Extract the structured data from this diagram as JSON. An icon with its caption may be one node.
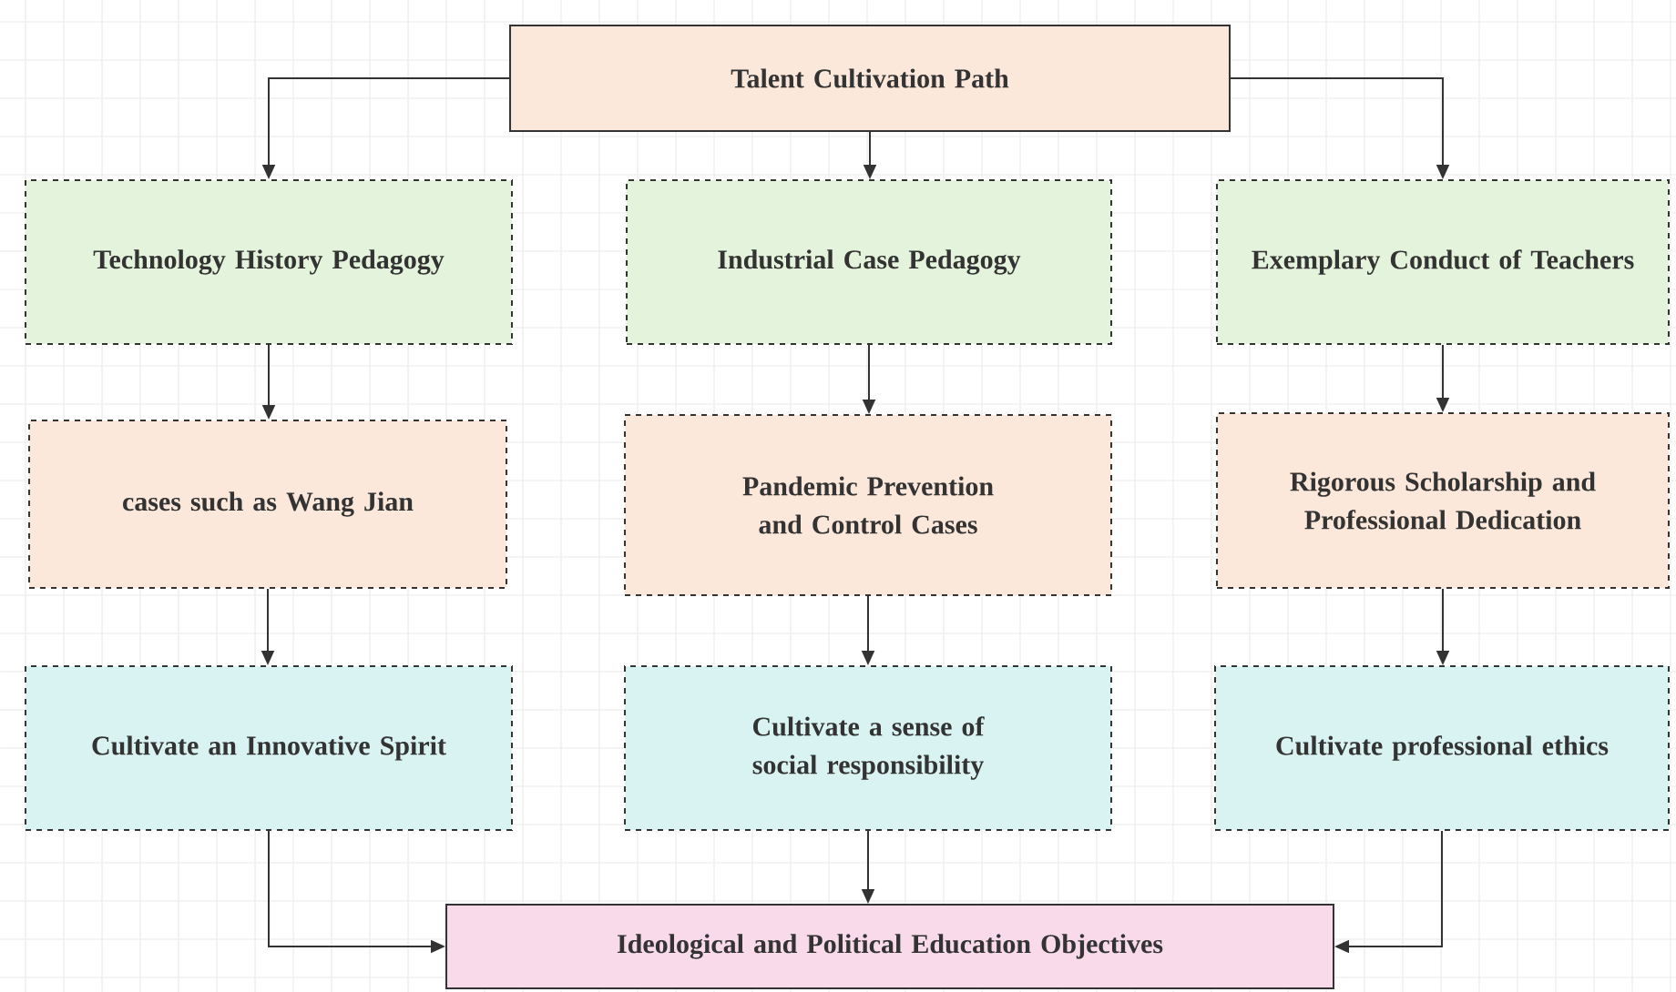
{
  "diagram": {
    "nodes": [
      {
        "text": [
          "Talent Cultivation Path"
        ]
      },
      {
        "text": [
          "Technology History Pedagogy"
        ]
      },
      {
        "text": [
          "Industrial Case Pedagogy"
        ]
      },
      {
        "text": [
          "Exemplary Conduct of Teachers"
        ]
      },
      {
        "text": [
          "cases such as Wang Jian"
        ]
      },
      {
        "text": [
          "Pandemic Prevention and Control Cases"
        ]
      },
      {
        "text": [
          "Rigorous Scholarship and Professional Dedication"
        ]
      },
      {
        "text": [
          "Cultivate an Innovative Spirit"
        ]
      },
      {
        "text": [
          "Cultivate a sense of social responsibility"
        ]
      },
      {
        "text": [
          "Cultivate professional ethics"
        ]
      },
      {
        "text": [
          "Ideological and Political Education Objectives"
        ]
      }
    ],
    "edges": [
      {
        "from": 0,
        "to": 1,
        "arrow": "to"
      },
      {
        "from": 0,
        "to": 2,
        "arrow": "to"
      },
      {
        "from": 0,
        "to": 3,
        "arrow": "to"
      },
      {
        "from": 1,
        "to": 4,
        "arrow": "to"
      },
      {
        "from": 2,
        "to": 5,
        "arrow": "to"
      },
      {
        "from": 3,
        "to": 6,
        "arrow": "to"
      },
      {
        "from": 4,
        "to": 7,
        "arrow": "to"
      },
      {
        "from": 5,
        "to": 8,
        "arrow": "to"
      },
      {
        "from": 6,
        "to": 9,
        "arrow": "to"
      },
      {
        "from": 7,
        "to": 10,
        "arrow": "to"
      },
      {
        "from": 8,
        "to": 10,
        "arrow": "to"
      },
      {
        "from": 9,
        "to": 10,
        "arrow": "to"
      }
    ]
  }
}
